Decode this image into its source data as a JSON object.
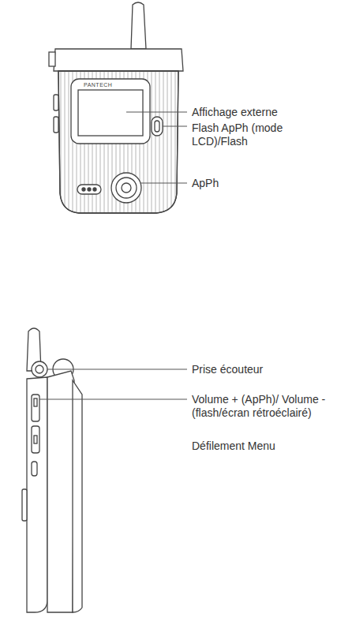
{
  "diagram": {
    "labels": [
      "PANTECH",
      "Affichage externe",
      "Flash ApPh (mode LCD)/Flash",
      "ApPh",
      "Prise écouteur",
      "Volume + (ApPh)/ Volume - (flash/écran rétroéclairé)",
      "Défilement Menu"
    ]
  }
}
